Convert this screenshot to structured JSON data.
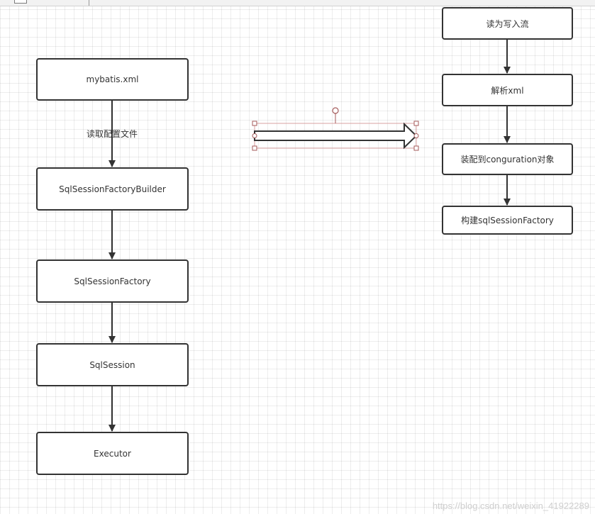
{
  "flow_left": {
    "nodes": [
      "mybatis.xml",
      "SqlSessionFactoryBuilder",
      "SqlSessionFactory",
      "SqlSession",
      "Executor"
    ],
    "edge_label": "读取配置文件"
  },
  "flow_right": {
    "nodes": [
      "读为写入流",
      "解析xml",
      "装配到conguration对象",
      "构建sqlSessionFactory"
    ]
  },
  "colors": {
    "stroke": "#333333",
    "selection": "#a45a5a"
  },
  "watermark": "https://blog.csdn.net/weixin_41922289"
}
